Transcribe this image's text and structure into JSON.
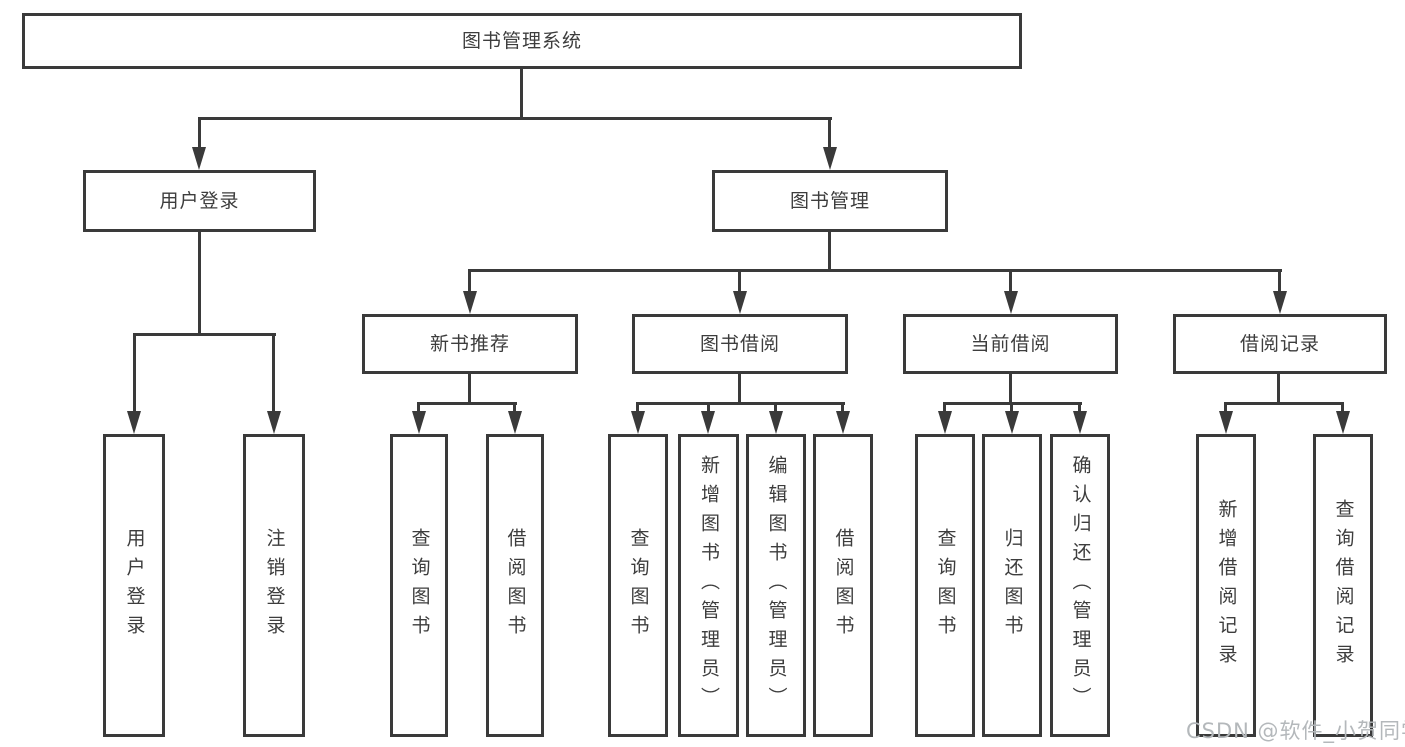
{
  "colors": {
    "line": "#3a3a3a",
    "text": "#3d3d3d",
    "boxbg": "#ffffff",
    "watermark": "#b4b8bb",
    "bg": "#ffffff"
  },
  "nodes": {
    "root": "图书管理系统",
    "login": "用户登录",
    "manage": "图书管理",
    "recommend": "新书推荐",
    "borrow": "图书借阅",
    "current": "当前借阅",
    "records": "借阅记录",
    "login_user": "用户登录",
    "login_logout": "注销登录",
    "rec_query": "查询图书",
    "rec_borrow": "借阅图书",
    "bor_query": "查询图书",
    "bor_add": "新增图书（管理员）",
    "bor_edit": "编辑图书（管理员）",
    "bor_borrow": "借阅图书",
    "cur_query": "查询图书",
    "cur_return": "归还图书",
    "cur_confirm": "确认归还（管理员）",
    "log_add": "新增借阅记录",
    "log_query": "查询借阅记录"
  },
  "watermark": "CSDN @软件_小贺同学"
}
